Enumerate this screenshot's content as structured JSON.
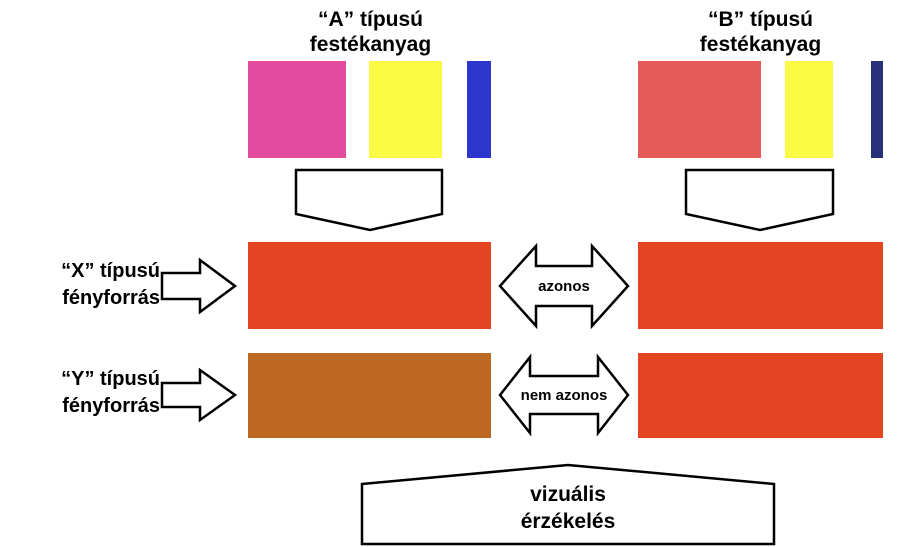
{
  "dye_a": {
    "title_line1": "“A” típusú",
    "title_line2": "festékanyag",
    "swatches": [
      "#e44a9e",
      "#fafa44",
      "#2c36cc"
    ]
  },
  "dye_b": {
    "title_line1": "“B” típusú",
    "title_line2": "festékanyag",
    "swatches": [
      "#e65b5a",
      "#fafa44",
      "#28307a"
    ]
  },
  "light_x": {
    "label_line1": "“X” típusú",
    "label_line2": "fényforrás",
    "color_a": "#e34422",
    "color_b": "#e34422",
    "comparison": "azonos"
  },
  "light_y": {
    "label_line1": "“Y” típusú",
    "label_line2": "fényforrás",
    "color_a": "#bc6823",
    "color_b": "#e34422",
    "comparison": "nem azonos"
  },
  "perception": {
    "line1": "vizuális",
    "line2": "érzékelés"
  }
}
